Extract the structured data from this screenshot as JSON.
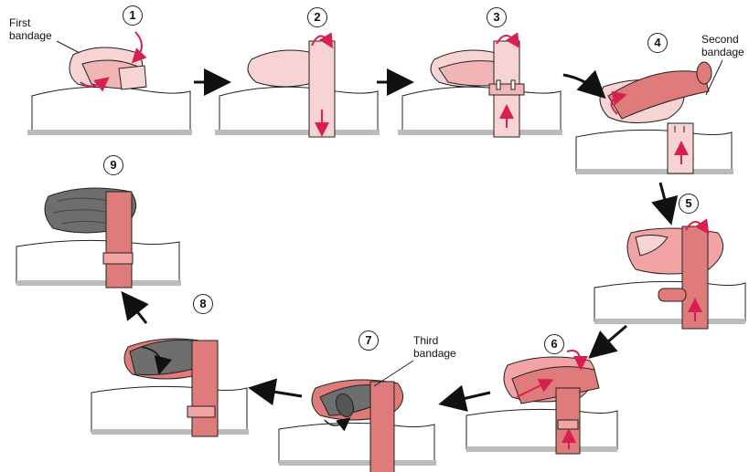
{
  "figure": {
    "steps": [
      {
        "number": "1"
      },
      {
        "number": "2"
      },
      {
        "number": "3"
      },
      {
        "number": "4"
      },
      {
        "number": "5"
      },
      {
        "number": "6"
      },
      {
        "number": "7"
      },
      {
        "number": "8"
      },
      {
        "number": "9"
      }
    ],
    "labels": {
      "first_bandage_line1": "First",
      "first_bandage_line2": "bandage",
      "second_bandage_line1": "Second",
      "second_bandage_line2": "bandage",
      "third_bandage_line1": "Third",
      "third_bandage_line2": "bandage"
    },
    "colors": {
      "bandage_light": "#f7d3d3",
      "bandage_mid": "#f2a3a3",
      "bandage_dark": "#e07b7b",
      "bandage_gray": "#6e6e6e",
      "arrow_red": "#d6204f",
      "ink": "#222222",
      "ground": "#dcdcdc"
    }
  }
}
